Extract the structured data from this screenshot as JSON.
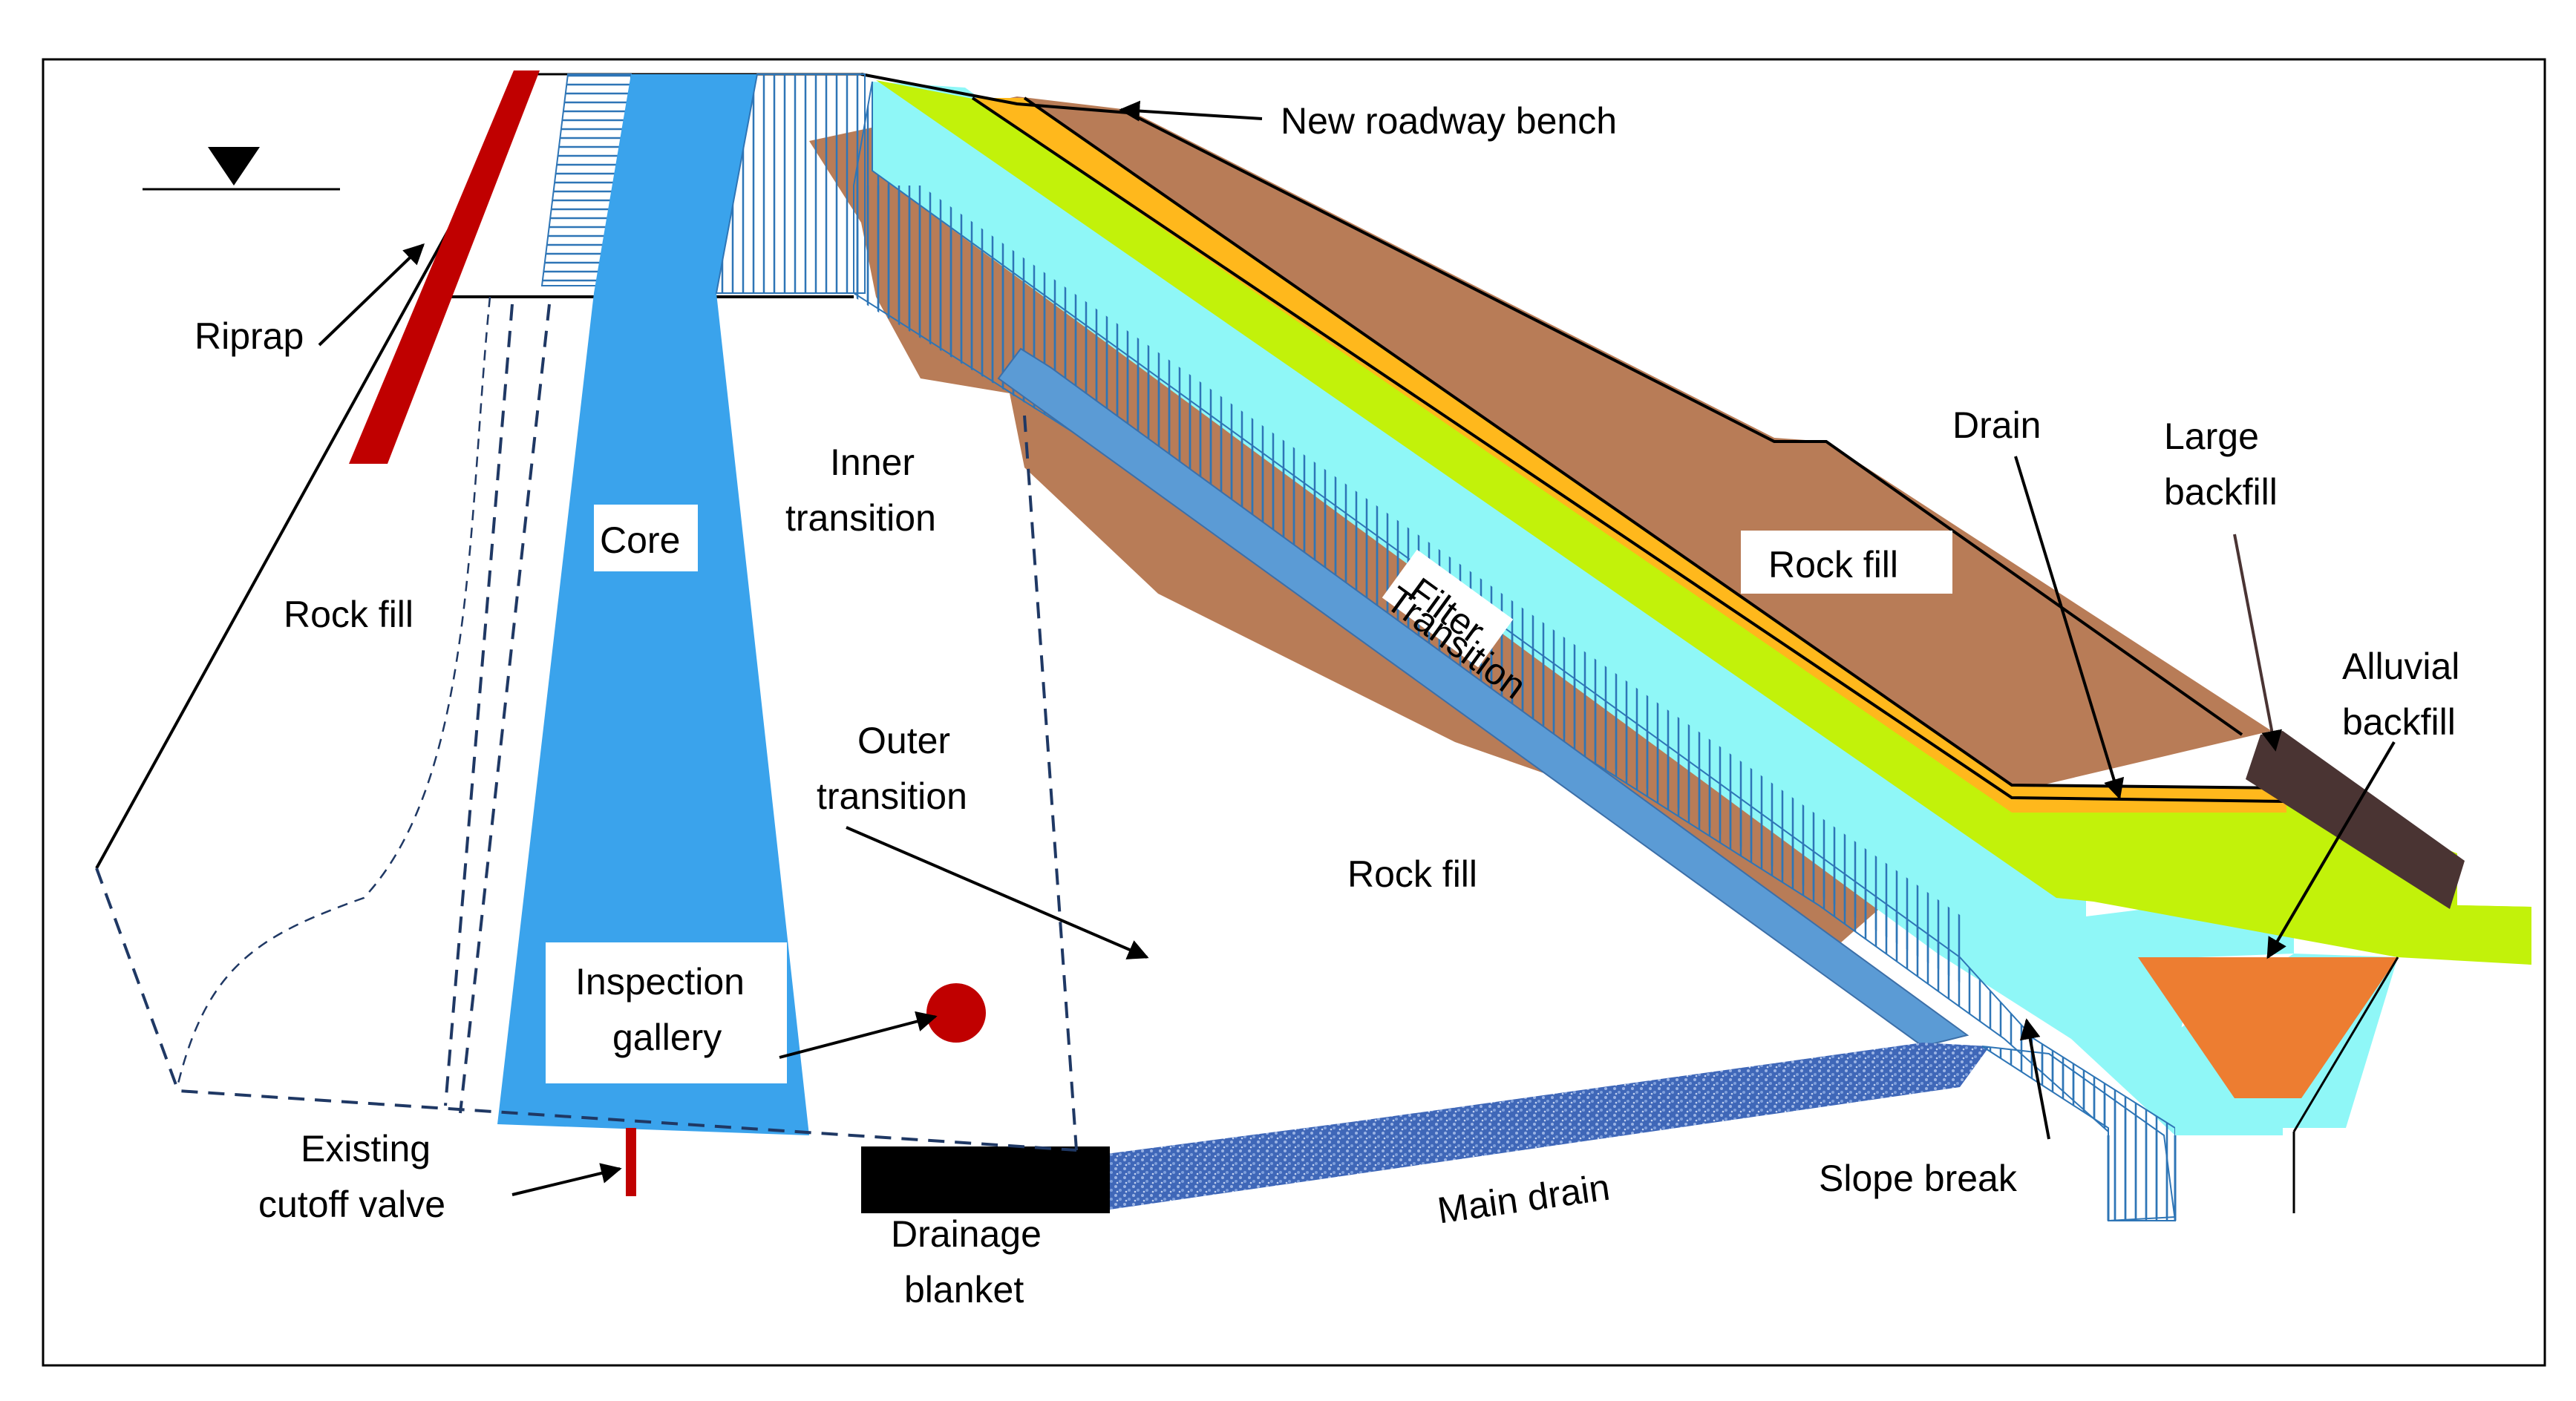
{
  "labels": {
    "new_roadway_bench": "New roadway bench",
    "riprap": "Riprap",
    "core": "Core",
    "inner_transition": [
      "Inner",
      "transition"
    ],
    "rock_fill_upstream": "Rock fill",
    "rock_fill_center": "Rock fill",
    "rock_fill_right": "Rock fill",
    "filter": "Filter",
    "transition": "Transition",
    "drain": "Drain",
    "large_backfill": [
      "Large",
      "backfill"
    ],
    "alluvial_backfill": [
      "Alluvial",
      "backfill"
    ],
    "outer_transition": [
      "Outer",
      "transition"
    ],
    "inspection_gallery": [
      "Inspection",
      "gallery"
    ],
    "existing_cutoff_valve": [
      "Existing",
      "cutoff valve"
    ],
    "drainage_blanket": [
      "Drainage",
      "blanket"
    ],
    "main_drain": "Main drain",
    "slope_break": "Slope break"
  },
  "colors": {
    "riprap": "#c00000",
    "core": "#3aa3ec",
    "rock_fill": "#b87c57",
    "filter": "#8ff7f7",
    "transition_band": "#5b9bd5",
    "green_layer": "#c2f20a",
    "drain": "#ffb81c",
    "alluvial_backfill": "#ed7d31",
    "large_backfill": "#4a3433",
    "drainage_blanket": "#000000",
    "main_drain": "#4a78c8",
    "inspection_gallery": "#c00000",
    "hatch_line": "#2e75b6",
    "outline": "#1f3864"
  }
}
